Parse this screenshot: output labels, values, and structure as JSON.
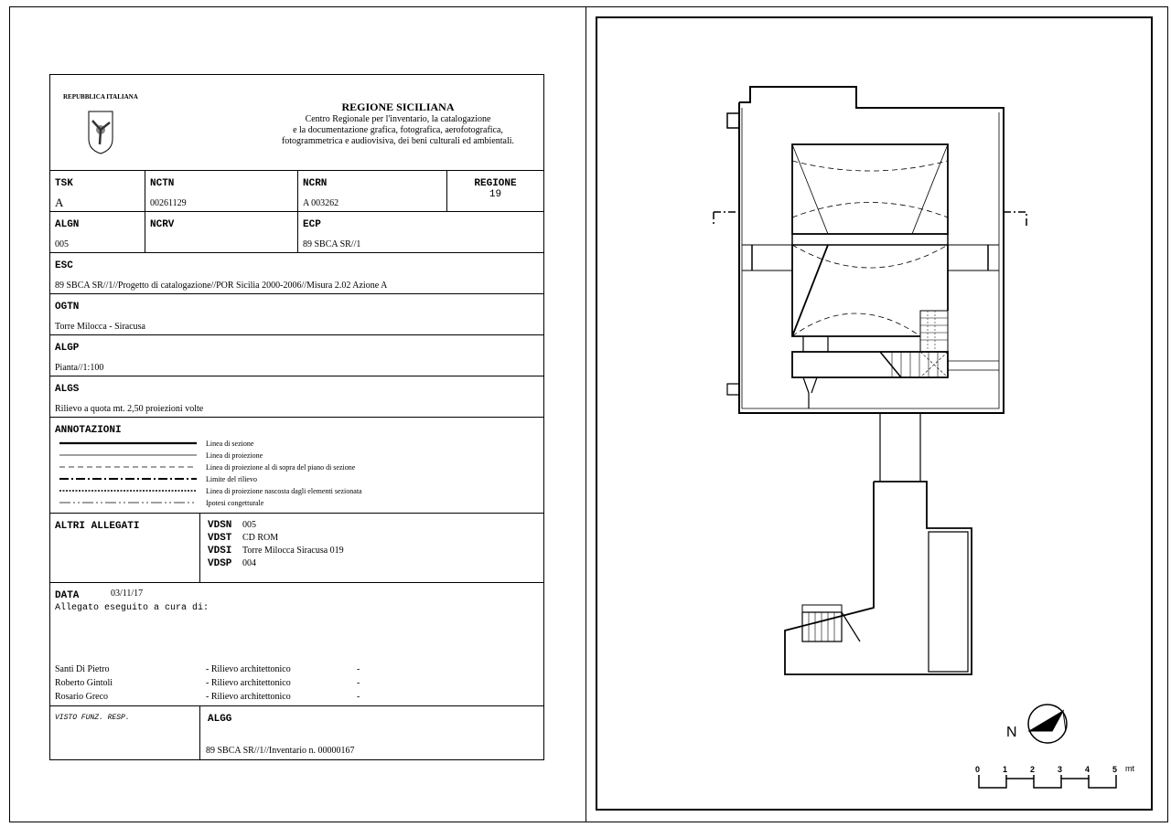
{
  "header": {
    "republic": "REPUBBLICA ITALIANA",
    "region": "REGIONE SICILIANA",
    "center_lines": [
      "Centro Regionale per l'inventario, la catalogazione",
      "e la documentazione grafica, fotografica, aerofotografica,",
      "fotogrammetrica e audiovisiva, dei beni culturali ed ambientali."
    ],
    "emblem_icon": "sicily-emblem-icon"
  },
  "fields": {
    "tsk": {
      "label": "TSK",
      "value": "A"
    },
    "nctn": {
      "label": "NCTN",
      "value": "00261129"
    },
    "ncrn": {
      "label": "NCRN",
      "value": "A 003262"
    },
    "regione": {
      "label": "REGIONE",
      "value": "19"
    },
    "algn": {
      "label": "ALGN",
      "value": "005"
    },
    "ncrv": {
      "label": "NCRV",
      "value": ""
    },
    "ecp": {
      "label": "ECP",
      "value": "89 SBCA SR//1"
    },
    "esc": {
      "label": "ESC",
      "value": "89 SBCA SR//1//Progetto di catalogazione//POR Sicilia 2000-2006//Misura 2.02 Azione A"
    },
    "ogtn": {
      "label": "OGTN",
      "value": "Torre Milocca - Siracusa"
    },
    "algp": {
      "label": "ALGP",
      "value": "Pianta//1:100"
    },
    "algs": {
      "label": "ALGS",
      "value": "Rilievo a quota mt. 2,50 proiezioni volte"
    }
  },
  "annotazioni": {
    "label": "ANNOTAZIONI",
    "legend": [
      "Linea di sezione",
      "Linea di proiezione",
      "Linea di proiezione al di sopra del piano di sezione",
      "Limite del rilievo",
      "Linea di proiezione nascosta dagli elementi sezionata",
      "Ipotesi congetturale"
    ]
  },
  "allegati": {
    "label": "ALTRI ALLEGATI",
    "items": [
      {
        "key": "VDSN",
        "value": "005"
      },
      {
        "key": "VDST",
        "value": "CD ROM"
      },
      {
        "key": "VDSI",
        "value": "Torre Milocca Siracusa 019"
      },
      {
        "key": "VDSP",
        "value": "004"
      }
    ]
  },
  "data_section": {
    "label": "DATA",
    "date": "03/11/17",
    "eseguito": "Allegato eseguito a cura di:",
    "people": [
      {
        "name": "Santi Di Pietro",
        "role": "- Rilievo architettonico",
        "dash": "-"
      },
      {
        "name": "Roberto Gintoli",
        "role": "- Rilievo architettonico",
        "dash": "-"
      },
      {
        "name": "Rosario Greco",
        "role": "- Rilievo architettonico",
        "dash": "-"
      }
    ]
  },
  "footer": {
    "visto": "VISTO FUNZ. RESP.",
    "algg_label": "ALGG",
    "algg_value": "89 SBCA SR//1//Inventario n. 00000167"
  },
  "drawing": {
    "north": "N",
    "scale_labels": [
      "0",
      "1",
      "2",
      "3",
      "4",
      "5"
    ],
    "scale_unit": "mt"
  }
}
